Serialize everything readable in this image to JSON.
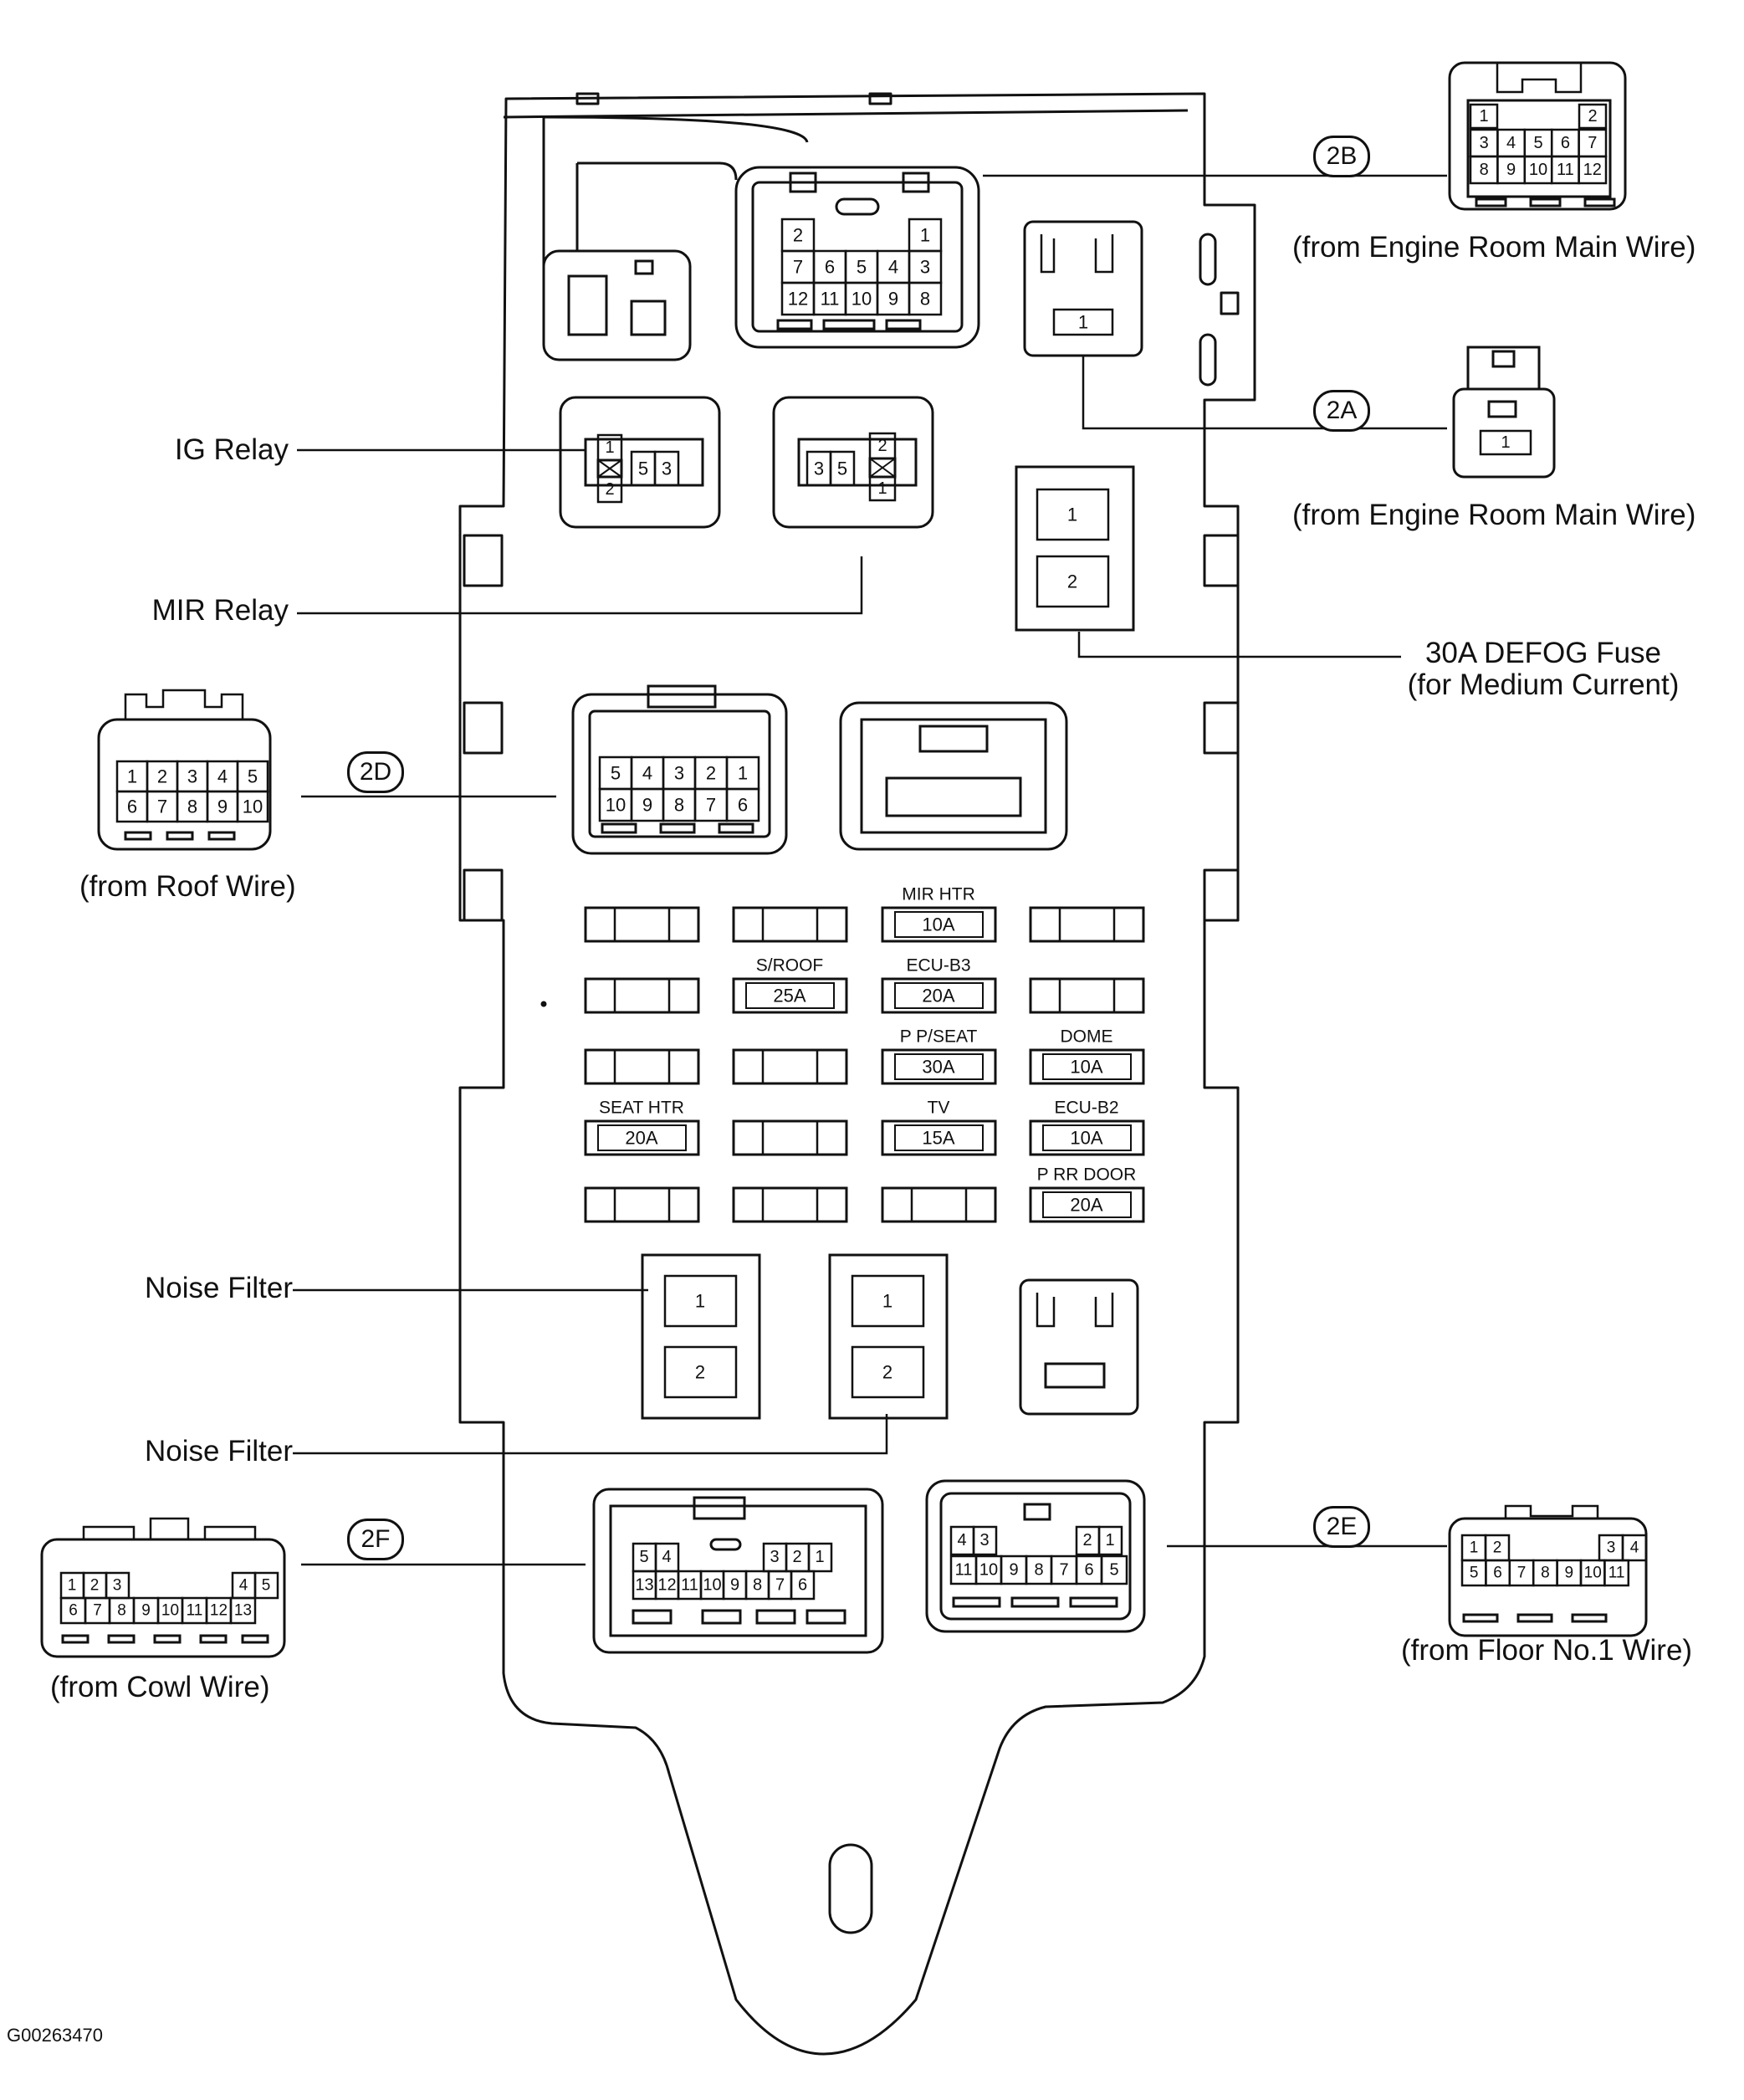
{
  "doc_id": "G00263470",
  "components": {
    "ig_relay": "IG Relay",
    "mir_relay": "MIR Relay",
    "defog_fuse_line1": "30A DEFOG Fuse",
    "defog_fuse_line2": "(for Medium Current)",
    "noise_filter_1": "Noise Filter",
    "noise_filter_2": "Noise Filter"
  },
  "connectors": {
    "c2B": {
      "code": "2B",
      "source": "(from Engine Room Main Wire)"
    },
    "c2A": {
      "code": "2A",
      "source": "(from Engine Room Main Wire)"
    },
    "c2D": {
      "code": "2D",
      "source": "(from Roof Wire)"
    },
    "c2F": {
      "code": "2F",
      "source": "(from Cowl Wire)"
    },
    "c2E": {
      "code": "2E",
      "source": "(from Floor No.1 Wire)"
    }
  },
  "fuses": [
    [
      {
        "name": "",
        "amp": ""
      },
      {
        "name": "",
        "amp": ""
      },
      {
        "name": "MIR HTR",
        "amp": "10A"
      },
      {
        "name": "",
        "amp": ""
      }
    ],
    [
      {
        "name": "",
        "amp": ""
      },
      {
        "name": "S/ROOF",
        "amp": "25A"
      },
      {
        "name": "ECU-B3",
        "amp": "20A"
      },
      {
        "name": "",
        "amp": ""
      }
    ],
    [
      {
        "name": "",
        "amp": ""
      },
      {
        "name": "",
        "amp": ""
      },
      {
        "name": "P P/SEAT",
        "amp": "30A"
      },
      {
        "name": "DOME",
        "amp": "10A"
      }
    ],
    [
      {
        "name": "SEAT HTR",
        "amp": "20A"
      },
      {
        "name": "",
        "amp": ""
      },
      {
        "name": "TV",
        "amp": "15A"
      },
      {
        "name": "ECU-B2",
        "amp": "10A"
      }
    ],
    [
      {
        "name": "",
        "amp": ""
      },
      {
        "name": "",
        "amp": ""
      },
      {
        "name": "",
        "amp": ""
      },
      {
        "name": "P RR DOOR",
        "amp": "20A"
      }
    ]
  ],
  "pins": {
    "block_2B": [
      [
        "2",
        "",
        "1"
      ],
      [
        "7",
        "6",
        "5",
        "4",
        "3"
      ],
      [
        "12",
        "11",
        "10",
        "9",
        "8"
      ]
    ],
    "view_2B": [
      [
        "1",
        "",
        "2"
      ],
      [
        "3",
        "4",
        "5",
        "6",
        "7"
      ],
      [
        "8",
        "9",
        "10",
        "11",
        "12"
      ]
    ],
    "block_2A": "1",
    "view_2A": "1",
    "ig_relay": [
      "1",
      "2",
      "5",
      "3"
    ],
    "mir_relay": [
      "3",
      "5",
      "2",
      "1"
    ],
    "defog": [
      "1",
      "2"
    ],
    "view_2D": [
      [
        "1",
        "2",
        "3",
        "4",
        "5"
      ],
      [
        "6",
        "7",
        "8",
        "9",
        "10"
      ]
    ],
    "block_2D": [
      [
        "5",
        "4",
        "3",
        "2",
        "1"
      ],
      [
        "10",
        "9",
        "8",
        "7",
        "6"
      ]
    ],
    "noise_filter_a": [
      "1",
      "2"
    ],
    "noise_filter_b": [
      "1",
      "2"
    ],
    "block_2F": [
      [
        "5",
        "4",
        "",
        "3",
        "2",
        "1"
      ],
      [
        "13",
        "12",
        "11",
        "10",
        "9",
        "8",
        "7",
        "6"
      ]
    ],
    "view_2F": [
      [
        "1",
        "2",
        "3",
        "",
        "4",
        "5"
      ],
      [
        "6",
        "7",
        "8",
        "9",
        "10",
        "11",
        "12",
        "13"
      ]
    ],
    "block_2E": [
      [
        "4",
        "3",
        "",
        "2",
        "1"
      ],
      [
        "11",
        "10",
        "9",
        "8",
        "7",
        "6",
        "5"
      ]
    ],
    "view_2E": [
      [
        "1",
        "2",
        "",
        "3",
        "4"
      ],
      [
        "5",
        "6",
        "7",
        "8",
        "9",
        "10",
        "11"
      ]
    ]
  }
}
